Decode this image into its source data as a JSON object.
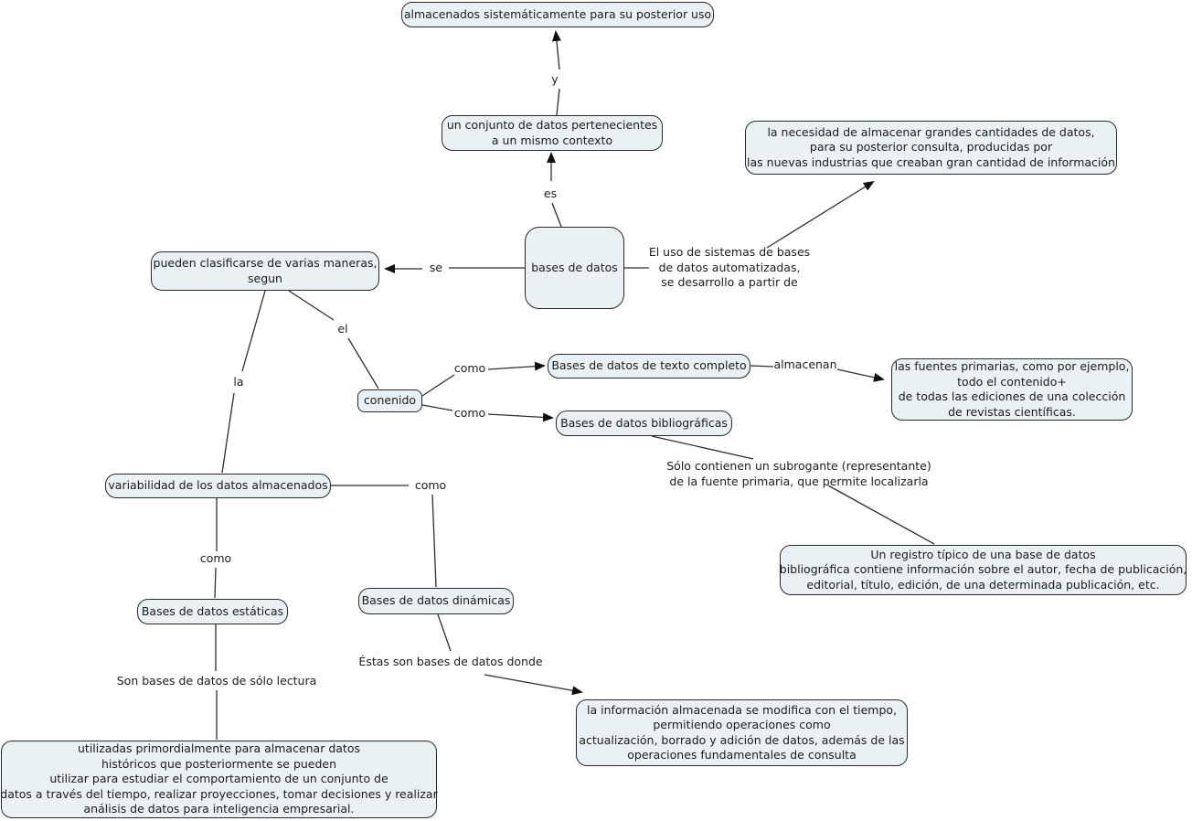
{
  "colors": {
    "background": "#ffffff",
    "node_fill": "#e9f1f4",
    "node_border": "#2a2a2a",
    "line": "#2e2e2e",
    "text": "#1c1c1c"
  },
  "nodes": {
    "almacenados": "almacenados sistemáticamente para su posterior uso",
    "conjunto": "un conjunto de datos pertenecientes\na un mismo contexto",
    "necesidad": "la necesidad de almacenar grandes cantidades de datos,\npara su posterior consulta, producidas por\nlas nuevas industrias que creaban gran cantidad de información",
    "bases": "bases de datos",
    "clasificarse": "pueden clasificarse de varias maneras,\nsegun",
    "conenido": "conenido",
    "texto_completo": "Bases de datos de texto completo",
    "bibliograficas": "Bases de datos bibliográficas",
    "fuentes": "las fuentes primarias, como por ejemplo,\ntodo el contenido+\nde todas las ediciones de una colección\nde revistas científicas.",
    "registro": "Un registro típico de una base de datos\nbibliográfica contiene información sobre el autor, fecha de publicación,\neditorial, título, edición, de una determinada publicación, etc.",
    "variabilidad": "variabilidad de los datos almacenados",
    "estaticas": "Bases de datos estáticas",
    "dinamicas": "Bases de datos dinámicas",
    "utilizadas": "utilizadas primordialmente para almacenar datos\nhistóricos que posteriormente se pueden\nutilizar para estudiar el comportamiento de un conjunto de\ndatos a través del tiempo, realizar proyecciones, tomar decisiones y realizar\nanálisis de datos para inteligencia empresarial.",
    "informacion": "la información almacenada se modifica con el tiempo,\npermitiendo operaciones como\nactualización, borrado y adición de datos, además de las\noperaciones fundamentales de consulta"
  },
  "link_labels": {
    "y": "y",
    "es": "es",
    "se": "se",
    "el": "el",
    "la": "la",
    "como_contenido_1": "como",
    "como_contenido_2": "como",
    "como_variabilidad_1": "como",
    "como_variabilidad_2": "como",
    "almacenan": "almacenan"
  },
  "annotations": {
    "el_uso": "El uso de sistemas de bases\nde datos automatizadas,\nse desarrollo a partir de",
    "solo_contienen": "Sólo contienen un subrogante (representante)\nde la fuente primaria, que permite localizarla",
    "son_bases": "Son bases de datos de sólo lectura",
    "estas_son": "Éstas son bases de datos donde"
  }
}
